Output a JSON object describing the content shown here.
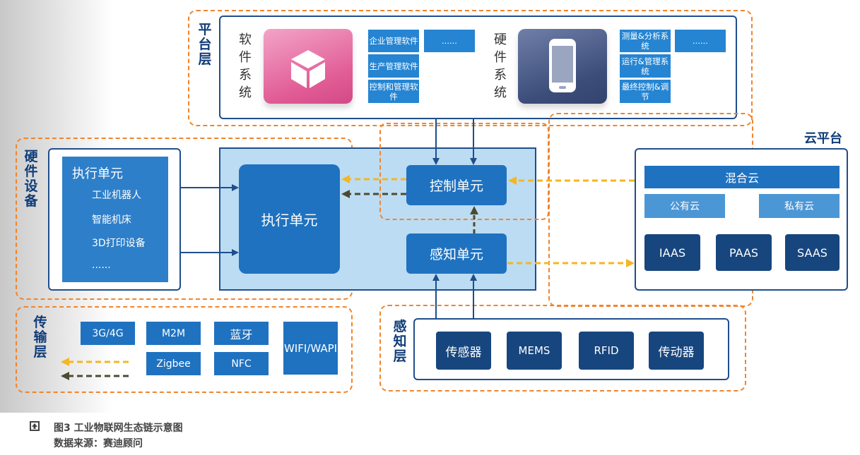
{
  "platform_layer": {
    "title": "平台层",
    "software": {
      "label": "软件系统",
      "tiles": [
        "企业管理软件",
        "生产管理软件",
        "控制和管理软件"
      ],
      "more": "......"
    },
    "hardware": {
      "label": "硬件系统",
      "tiles": [
        "测量&分析系统",
        "运行&管理系统",
        "最终控制&调节"
      ],
      "more": "......"
    }
  },
  "hardware_devices": {
    "title": "硬件设备",
    "list_title": "执行单元",
    "items": [
      "工业机器人",
      "智能机床",
      "3D打印设备",
      "......"
    ]
  },
  "center": {
    "exec_unit": "执行单元",
    "control_unit": "控制单元",
    "sensing_unit": "感知单元"
  },
  "cloud_platform": {
    "title": "云平台",
    "hybrid": "混合云",
    "public": "公有云",
    "private": "私有云",
    "services": [
      "IAAS",
      "PAAS",
      "SAAS"
    ]
  },
  "transport_layer": {
    "title": "传输层",
    "items": [
      "3G/4G",
      "M2M",
      "蓝牙",
      "WIFI/WAPI",
      "Zigbee",
      "NFC"
    ]
  },
  "sensing_layer": {
    "title": "感知层",
    "items": [
      "传感器",
      "MEMS",
      "RFID",
      "传动器"
    ]
  },
  "caption": {
    "icon": "up-box-icon",
    "title": "图3 工业物联网生态链示意图",
    "source": "数据来源：赛迪顾问"
  },
  "colors": {
    "orange_dash": "#f0852d",
    "yellow_arrow": "#f5b622",
    "olive_arrow": "#4d4a33",
    "blue_arrow": "#1f4e8c",
    "dark_blue": "#17467e"
  }
}
